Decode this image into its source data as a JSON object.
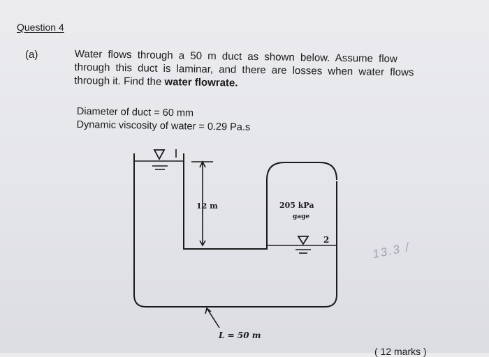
{
  "question": {
    "heading": "Question 4",
    "part_label": "(a)",
    "paragraph": {
      "line1": "Water flows through a 50 m duct as shown below. Assume flow",
      "line2": "through this duct is laminar, and there are losses when water flows",
      "line3_plain": "through it. Find the",
      "line3_bold": "water flowrate."
    },
    "given": {
      "diameter": "Diameter of duct = 60 mm",
      "viscosity": "Dynamic viscosity of water = 0.29 Pa.s"
    },
    "marks": "( 12 marks )"
  },
  "diagram": {
    "height_label": "12 m",
    "pressure_label": "205 kPa",
    "pressure_sublabel": "gage",
    "point_label": "2",
    "length_label": "L = 50 m"
  },
  "handwriting": "13.3 /"
}
